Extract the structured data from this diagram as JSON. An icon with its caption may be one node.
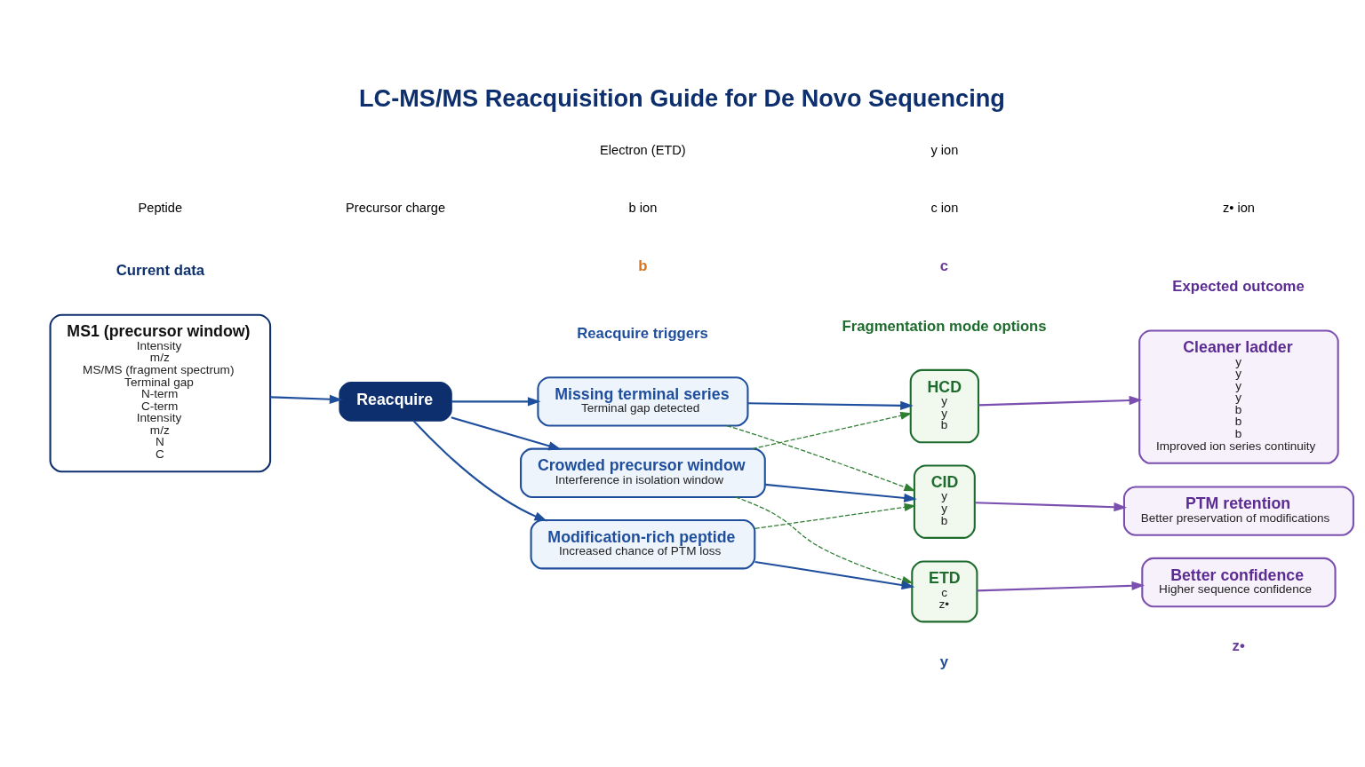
{
  "diagram": {
    "title": "LC-MS/MS Reacquisition Guide for De Novo Sequencing",
    "nodes": [
      {
        "text": [
          "MS1 (precursor window)",
          "Intensity",
          "m/z",
          "MS/MS (fragment spectrum)",
          "Terminal gap",
          "N-term",
          "C-term",
          "Intensity",
          "m/z",
          "N",
          "C"
        ]
      },
      {
        "text": [
          "Reacquire"
        ]
      },
      {
        "text": [
          "Missing terminal series",
          "Terminal gap detected"
        ]
      },
      {
        "text": [
          "Crowded precursor window",
          "Interference in isolation window"
        ]
      },
      {
        "text": [
          "Modification-rich peptide",
          "Increased chance of PTM loss"
        ]
      },
      {
        "text": [
          "HCD",
          "y",
          "y",
          "b"
        ]
      },
      {
        "text": [
          "CID",
          "y",
          "y",
          "b"
        ]
      },
      {
        "text": [
          "ETD",
          "c",
          "z•"
        ]
      },
      {
        "text": [
          "Cleaner ladder",
          "y",
          "y",
          "y",
          "y",
          "b",
          "b",
          "b",
          "Improved ion series continuity"
        ]
      },
      {
        "text": [
          "PTM retention",
          "Better preservation of modifications"
        ]
      },
      {
        "text": [
          "Better confidence",
          "Higher sequence confidence"
        ]
      }
    ],
    "edges": [
      {
        "from": 0,
        "to": 1,
        "arrow": "to"
      },
      {
        "from": 1,
        "to": 2,
        "arrow": "to"
      },
      {
        "from": 1,
        "to": 3,
        "arrow": "to"
      },
      {
        "from": 1,
        "to": 4,
        "arrow": "to"
      },
      {
        "from": 2,
        "to": 5,
        "arrow": "to"
      },
      {
        "from": 3,
        "to": 6,
        "arrow": "to"
      },
      {
        "from": 4,
        "to": 7,
        "arrow": "to"
      },
      {
        "from": 2,
        "to": 6,
        "arrow": "to",
        "style": "dashed",
        "color": "#2e7d32"
      },
      {
        "from": 3,
        "to": 5,
        "arrow": "to",
        "style": "dashed",
        "color": "#2e7d32"
      },
      {
        "from": 3,
        "to": 7,
        "arrow": "to",
        "style": "dashed",
        "color": "#2e7d32"
      },
      {
        "from": 4,
        "to": 6,
        "arrow": "to",
        "style": "dashed",
        "color": "#2e7d32"
      },
      {
        "from": 5,
        "to": 8,
        "arrow": "to",
        "color": "#7b4fb0"
      },
      {
        "from": 6,
        "to": 9,
        "arrow": "to",
        "color": "#7b4fb0"
      },
      {
        "from": 7,
        "to": 10,
        "arrow": "to",
        "color": "#7b4fb0"
      }
    ],
    "labels": [
      "Current data",
      "Reacquire triggers",
      "Fragmentation mode options",
      "Expected outcome",
      "b",
      "y",
      "c",
      "z•"
    ],
    "legend": [
      {
        "text": "Peptide"
      },
      {
        "text": "Precursor charge"
      },
      {
        "text": "Electron (ETD)"
      },
      {
        "text": "b ion"
      },
      {
        "text": "y ion"
      },
      {
        "text": "c ion"
      },
      {
        "text": "z• ion"
      }
    ]
  }
}
